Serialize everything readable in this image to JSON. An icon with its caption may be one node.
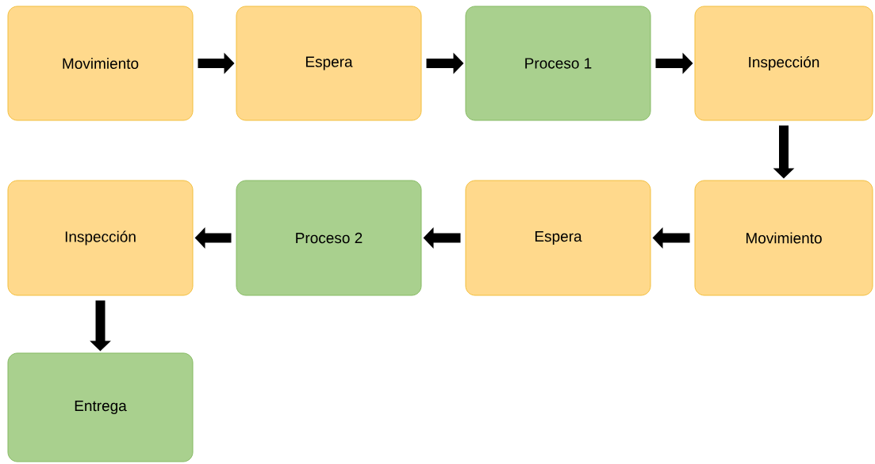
{
  "diagram": {
    "nodes": [
      {
        "text": [
          "Movimiento"
        ]
      },
      {
        "text": [
          "Espera"
        ]
      },
      {
        "text": [
          "Proceso 1"
        ]
      },
      {
        "text": [
          "Inspección"
        ]
      },
      {
        "text": [
          "Movimiento"
        ]
      },
      {
        "text": [
          "Espera"
        ]
      },
      {
        "text": [
          "Proceso 2"
        ]
      },
      {
        "text": [
          "Inspección"
        ]
      },
      {
        "text": [
          "Entrega"
        ]
      }
    ],
    "edges": [
      {
        "from": 0,
        "to": 1,
        "arrow": "to"
      },
      {
        "from": 1,
        "to": 2,
        "arrow": "to"
      },
      {
        "from": 2,
        "to": 3,
        "arrow": "to"
      },
      {
        "from": 3,
        "to": 4,
        "arrow": "to"
      },
      {
        "from": 4,
        "to": 5,
        "arrow": "to"
      },
      {
        "from": 5,
        "to": 6,
        "arrow": "to"
      },
      {
        "from": 6,
        "to": 7,
        "arrow": "to"
      },
      {
        "from": 7,
        "to": 8,
        "arrow": "to"
      }
    ]
  }
}
